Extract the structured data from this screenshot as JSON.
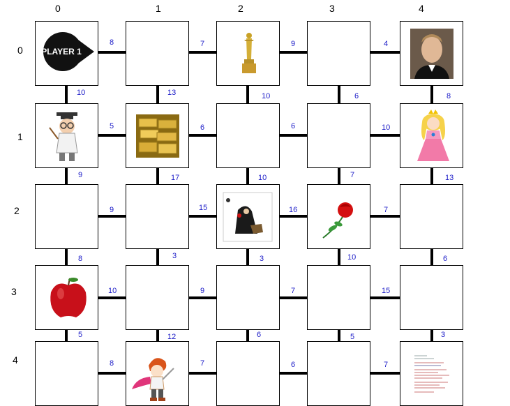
{
  "columns": [
    "0",
    "1",
    "2",
    "3",
    "4"
  ],
  "rows": [
    "0",
    "1",
    "2",
    "3",
    "4"
  ],
  "player_label": "PLAYER 1",
  "horizontal_weights": [
    [
      "8",
      "7",
      "9",
      "4"
    ],
    [
      "5",
      "6",
      "6",
      "10"
    ],
    [
      "9",
      "15",
      "16",
      "7"
    ],
    [
      "10",
      "9",
      "7",
      "15"
    ],
    [
      "8",
      "7",
      "6",
      "7"
    ]
  ],
  "vertical_weights": [
    [
      "10",
      "13",
      "10",
      "6",
      "8"
    ],
    [
      "9",
      "17",
      "10",
      "7",
      "13"
    ],
    [
      "8",
      "3",
      "3",
      "10",
      "6"
    ],
    [
      "5",
      "12",
      "6",
      "5",
      "3"
    ]
  ],
  "cells": [
    [
      "player-token",
      "empty",
      "oscar-statuette",
      "empty",
      "man-portrait"
    ],
    [
      "professor",
      "gold-bars",
      "empty",
      "empty",
      "princess-peach"
    ],
    [
      "empty",
      "empty",
      "witch-with-apple",
      "red-rose",
      "empty"
    ],
    [
      "red-apple",
      "empty",
      "empty",
      "empty",
      "empty"
    ],
    [
      "empty",
      "hero-character",
      "empty",
      "empty",
      "code-document"
    ]
  ]
}
